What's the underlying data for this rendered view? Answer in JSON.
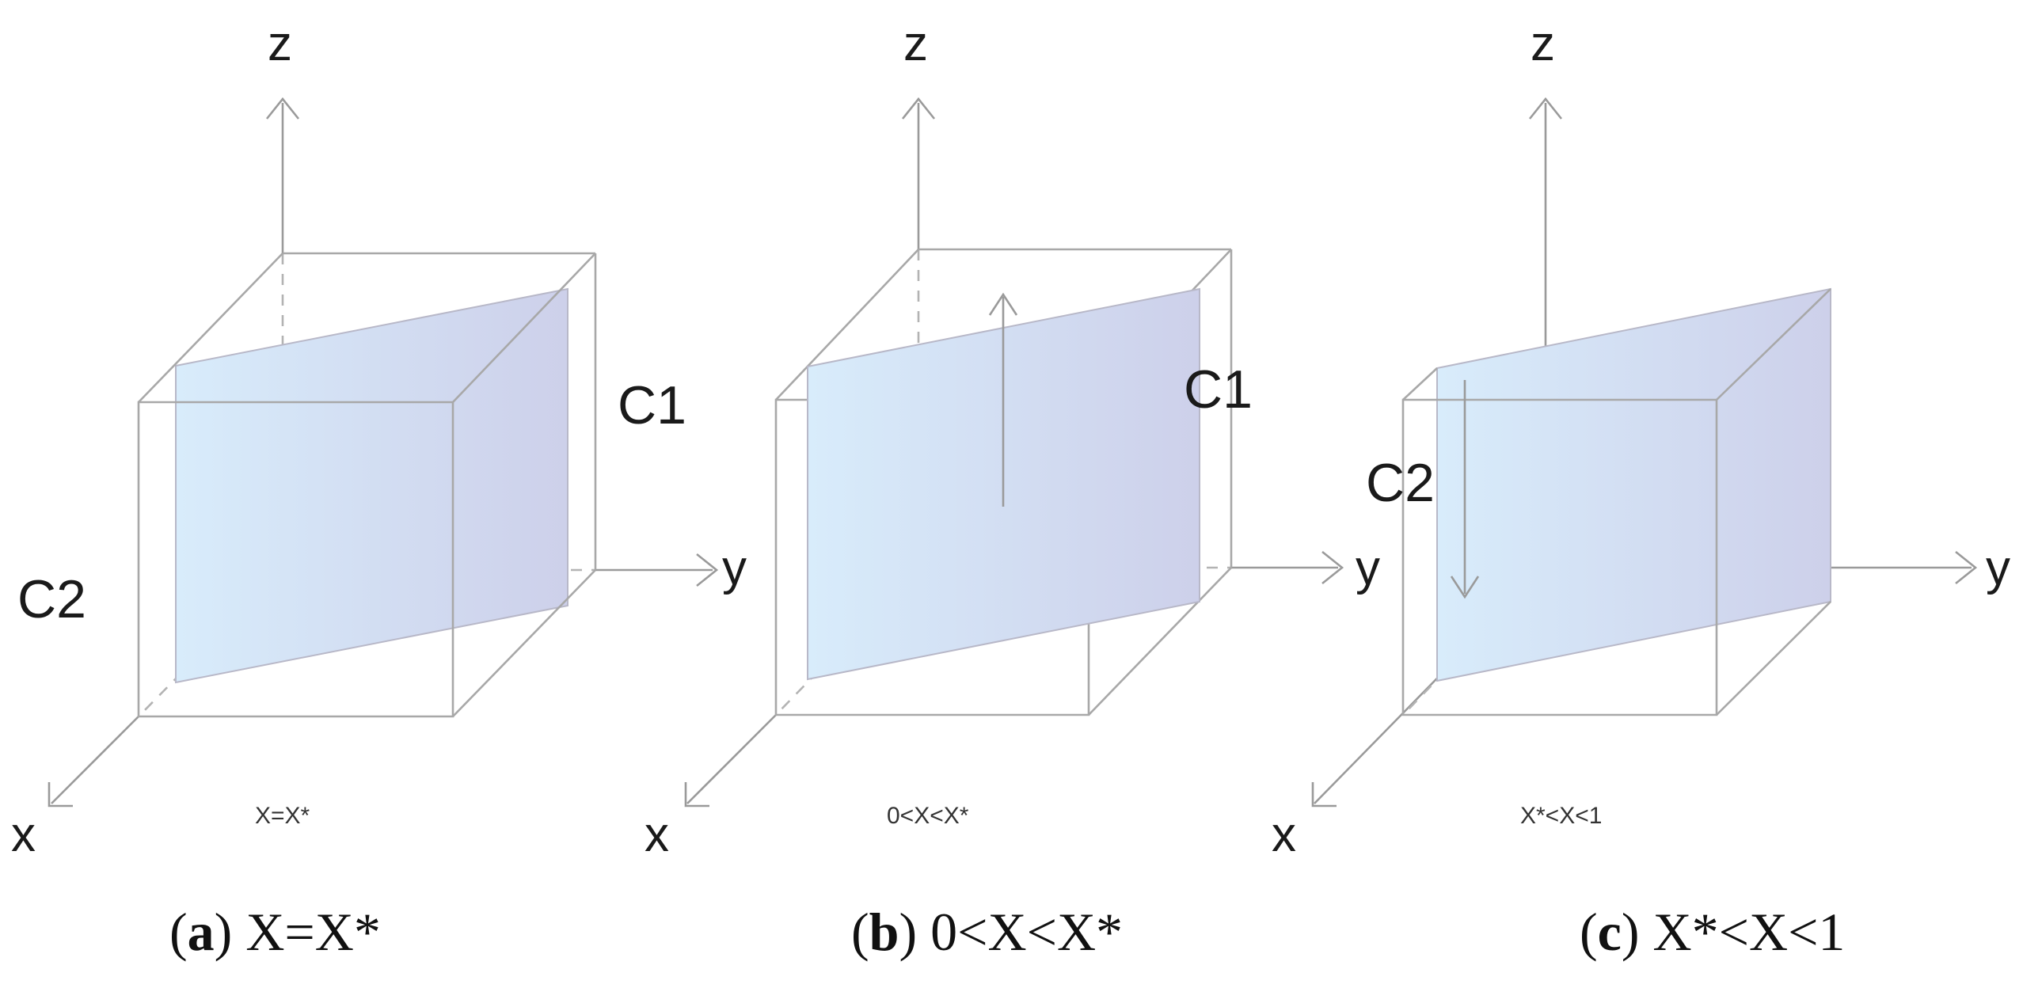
{
  "colors": {
    "plane_left": "#d8ecfb",
    "plane_right": "#cdd0ea",
    "axis": "#9a9a9a",
    "edge": "#a8a8a8"
  },
  "panels": [
    {
      "axes": {
        "x": "x",
        "y": "y",
        "z": "z"
      },
      "labels": {
        "c1": "C1",
        "c2": "C2"
      },
      "condition": "X=X*",
      "caption": {
        "letter": "a",
        "text": "X=X*"
      }
    },
    {
      "axes": {
        "x": "x",
        "y": "y",
        "z": "z"
      },
      "labels": {
        "c1": "C1"
      },
      "condition": "0<X<X*",
      "caption": {
        "letter": "b",
        "text": "0<X<X*"
      }
    },
    {
      "axes": {
        "x": "x",
        "y": "y",
        "z": "z"
      },
      "labels": {
        "c2": "C2"
      },
      "condition": "X*<X<1",
      "caption": {
        "letter": "c",
        "text": "X*<X<1"
      }
    }
  ]
}
